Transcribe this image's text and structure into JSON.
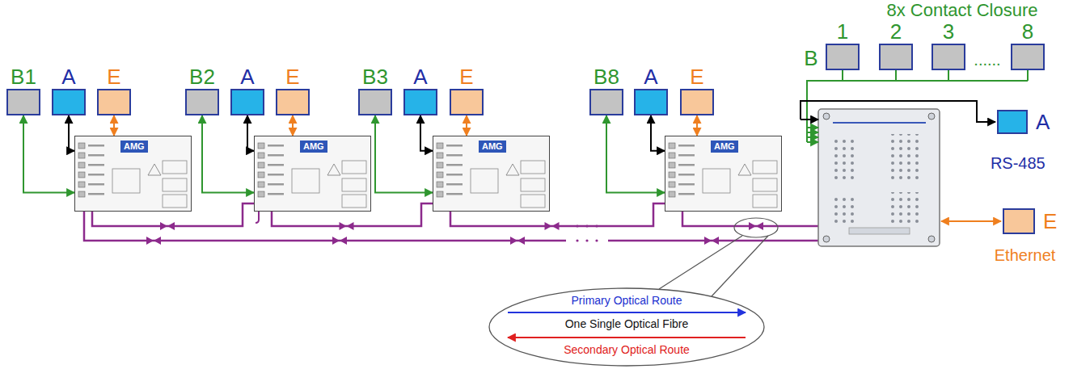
{
  "diagram": {
    "nodes": [
      {
        "text": [
          "B1"
        ]
      },
      {
        "text": [
          "A"
        ]
      },
      {
        "text": [
          "E"
        ]
      },
      {
        "text": [
          "AMG"
        ]
      },
      {
        "text": [
          "B2"
        ]
      },
      {
        "text": [
          "A"
        ]
      },
      {
        "text": [
          "E"
        ]
      },
      {
        "text": [
          "AMG"
        ]
      },
      {
        "text": [
          "B3"
        ]
      },
      {
        "text": [
          "A"
        ]
      },
      {
        "text": [
          "E"
        ]
      },
      {
        "text": [
          "AMG"
        ]
      },
      {
        "text": [
          "B8"
        ]
      },
      {
        "text": [
          "A"
        ]
      },
      {
        "text": [
          "E"
        ]
      },
      {
        "text": [
          "AMG"
        ]
      },
      {
        "text": [
          "1"
        ]
      },
      {
        "text": [
          "2"
        ]
      },
      {
        "text": [
          "3"
        ]
      },
      {
        "text": [
          "8"
        ]
      },
      {
        "text": [
          "A",
          "RS-485"
        ]
      },
      {
        "text": [
          "E",
          "Ethernet"
        ]
      }
    ],
    "edges": [
      {
        "from": 0,
        "to": 3,
        "arrow": "both"
      },
      {
        "from": 1,
        "to": 3,
        "arrow": "both"
      },
      {
        "from": 2,
        "to": 3,
        "arrow": "both"
      },
      {
        "from": 4,
        "to": 7,
        "arrow": "both"
      },
      {
        "from": 5,
        "to": 7,
        "arrow": "both"
      },
      {
        "from": 6,
        "to": 7,
        "arrow": "both"
      },
      {
        "from": 8,
        "to": 11,
        "arrow": "both"
      },
      {
        "from": 9,
        "to": 11,
        "arrow": "both"
      },
      {
        "from": 10,
        "to": 11,
        "arrow": "both"
      },
      {
        "from": 12,
        "to": 15,
        "arrow": "both"
      },
      {
        "from": 13,
        "to": 15,
        "arrow": "both"
      },
      {
        "from": 14,
        "to": 15,
        "arrow": "both"
      },
      {
        "from": 3,
        "to": 7,
        "arrow": "none"
      },
      {
        "from": 7,
        "to": 11,
        "arrow": "none"
      },
      {
        "from": 11,
        "to": 15,
        "arrow": "none"
      }
    ],
    "labels": [
      "8x Contact Closure",
      "B",
      "......",
      "Primary Optical Route",
      "One Single Optical Fibre",
      "Secondary Optical Route"
    ]
  }
}
